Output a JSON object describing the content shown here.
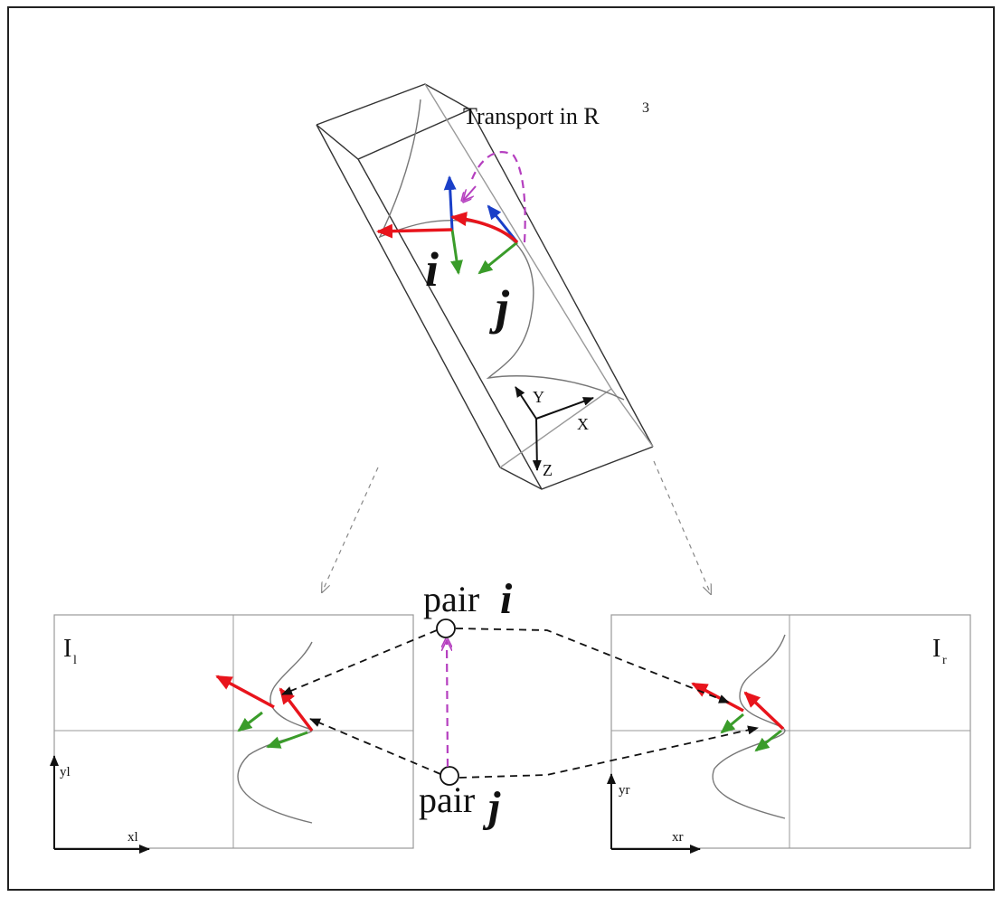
{
  "figure": {
    "top_label": "Transport in R",
    "top_label_sup": "3",
    "point_i": "i",
    "point_j": "j",
    "axis_x": "X",
    "axis_y": "Y",
    "axis_z": "Z"
  },
  "left_image": {
    "label": "I",
    "label_sub": "l",
    "axis_x": "xl",
    "axis_y": "yl"
  },
  "right_image": {
    "label": "I",
    "label_sub": "r",
    "axis_x": "xr",
    "axis_y": "yr"
  },
  "pairs": {
    "pair_i_word": "pair",
    "pair_i_letter": "i",
    "pair_j_word": "pair",
    "pair_j_letter": "j"
  },
  "colors": {
    "tangent": "#e8141c",
    "normal": "#3a9c2a",
    "binormal": "#1a3fc8",
    "transport": "#b53fbf",
    "curve": "#777777",
    "frame": "#222222"
  }
}
